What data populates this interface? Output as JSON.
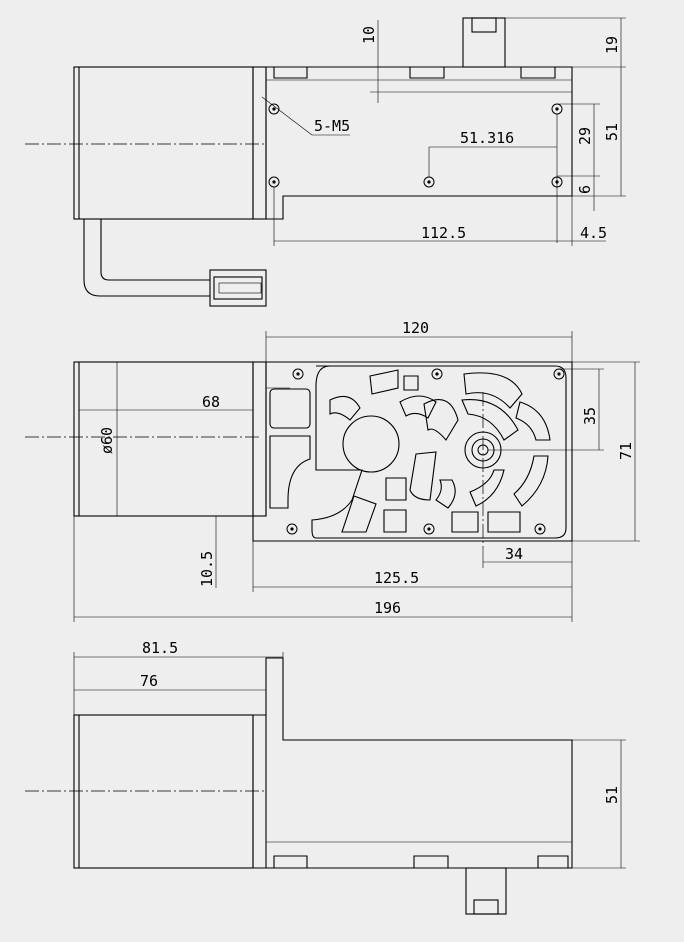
{
  "dimensions": {
    "top_10": "10",
    "top_19": "19",
    "top_5m5": "5-M5",
    "top_51316": "51.316",
    "top_29": "29",
    "top_51": "51",
    "top_6": "6",
    "top_1125": "112.5",
    "top_45": "4.5",
    "mid_120": "120",
    "mid_68": "68",
    "mid_dia60": "ø60",
    "mid_35": "35",
    "mid_71": "71",
    "mid_34": "34",
    "mid_105": "10.5",
    "mid_1255": "125.5",
    "mid_196": "196",
    "bot_815": "81.5",
    "bot_76": "76",
    "bot_51": "51"
  }
}
